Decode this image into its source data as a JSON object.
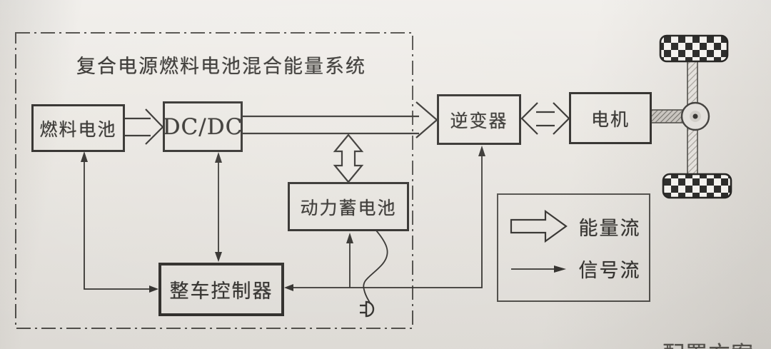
{
  "page": {
    "system_title": "复合电源燃料电池混合能量系统",
    "blocks": {
      "fuel_cell": "燃料电池",
      "dc_dc": "DC/DC",
      "inverter": "逆变器",
      "motor": "电机",
      "battery": "动力蓄电池",
      "vehicle_controller": "整车控制器"
    },
    "legend": {
      "energy_flow": "能量流",
      "signal_flow": "信号流"
    },
    "caption_partial": "配置方案",
    "colors": {
      "paper": "#ebe8e3",
      "ink": "#2e2c29",
      "boundary": "#4c4a46"
    },
    "icons": {
      "wheel": "checkered-wheel-icon",
      "differential": "differential-icon",
      "charging_plug": "charging-plug-icon",
      "energy_arrow": "hollow-block-arrow-icon",
      "signal_arrow": "thin-arrow-icon"
    }
  }
}
